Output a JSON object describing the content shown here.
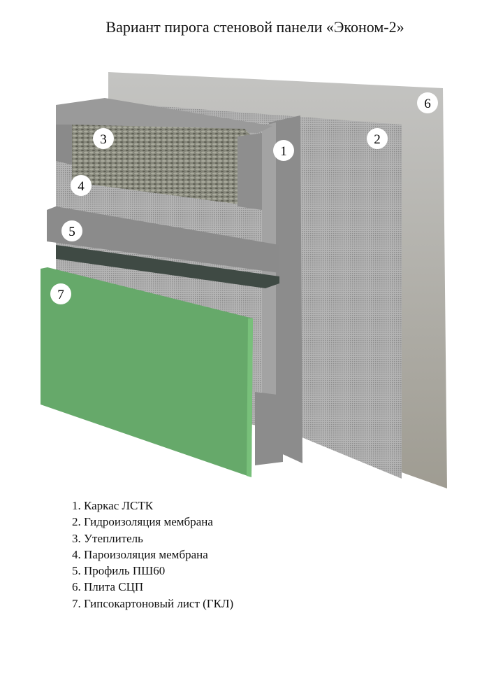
{
  "title": "Вариант пирога стеновой панели «Эконом-2»",
  "colors": {
    "gkl_green": "#66a96a",
    "slab_gray": "#b9b9b7",
    "membrane_gray": "#a9a9a9",
    "steel_gray": "#8d8d8d",
    "insulation": "#7e7f70"
  },
  "callouts": [
    "1",
    "2",
    "3",
    "4",
    "5",
    "6",
    "7"
  ],
  "legend": [
    "1. Каркас ЛСТК",
    "2. Гидроизоляция мембрана",
    "3. Утеплитель",
    "4. Пароизоляция мембрана",
    "5. Профиль ПШ60",
    "6. Плита СЦП",
    "7. Гипсокартоновый лист (ГКЛ)"
  ]
}
